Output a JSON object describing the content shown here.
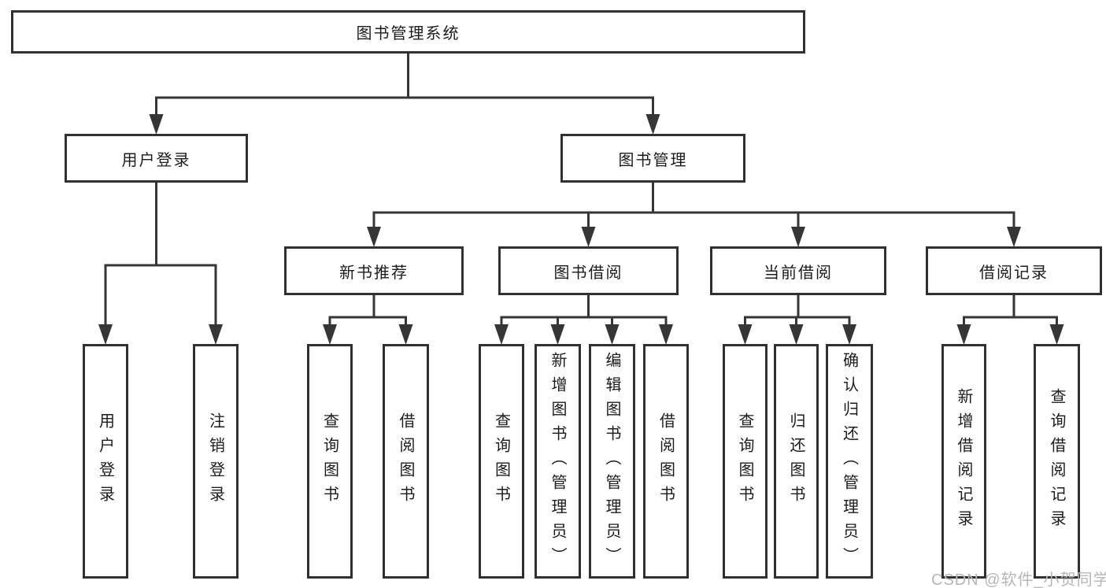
{
  "diagram": {
    "title": "图书管理系统",
    "nodes": {
      "root": {
        "label": "图书管理系统",
        "children": [
          "user_login",
          "book_mgmt"
        ]
      },
      "user_login": {
        "label": "用户登录",
        "children": [
          "leaf_user_login",
          "leaf_logout"
        ]
      },
      "book_mgmt": {
        "label": "图书管理",
        "children": [
          "new_book_rec",
          "book_borrow",
          "current_borrow",
          "borrow_records"
        ]
      },
      "new_book_rec": {
        "label": "新书推荐",
        "children": [
          "leaf_query_book_1",
          "leaf_borrow_book_1"
        ]
      },
      "book_borrow": {
        "label": "图书借阅",
        "children": [
          "leaf_query_book_2",
          "leaf_add_book",
          "leaf_edit_book",
          "leaf_borrow_book_2"
        ]
      },
      "current_borrow": {
        "label": "当前借阅",
        "children": [
          "leaf_query_book_3",
          "leaf_return_book",
          "leaf_confirm_return"
        ]
      },
      "borrow_records": {
        "label": "借阅记录",
        "children": [
          "leaf_add_record",
          "leaf_query_record"
        ]
      },
      "leaf_user_login": {
        "label": "用户登录"
      },
      "leaf_logout": {
        "label": "注销登录"
      },
      "leaf_query_book_1": {
        "label": "查询图书"
      },
      "leaf_borrow_book_1": {
        "label": "借阅图书"
      },
      "leaf_query_book_2": {
        "label": "查询图书"
      },
      "leaf_add_book": {
        "label": "新增图书（管理员）"
      },
      "leaf_edit_book": {
        "label": "编辑图书（管理员）"
      },
      "leaf_borrow_book_2": {
        "label": "借阅图书"
      },
      "leaf_query_book_3": {
        "label": "查询图书"
      },
      "leaf_return_book": {
        "label": "归还图书"
      },
      "leaf_confirm_return": {
        "label": "确认归还（管理员）"
      },
      "leaf_add_record": {
        "label": "新增借阅记录"
      },
      "leaf_query_record": {
        "label": "查询借阅记录"
      }
    },
    "colors": {
      "line": "#363636",
      "border": "#303030",
      "text": "#1c1c1c",
      "background": "#ffffff"
    }
  },
  "watermark": {
    "text": "CSDN @软件_小贺同学",
    "color": "#b6b6b6"
  }
}
